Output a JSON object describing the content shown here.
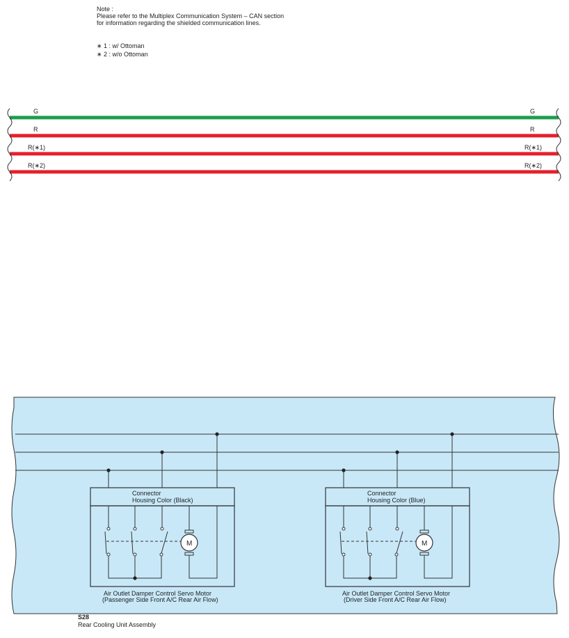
{
  "note": {
    "heading": "Note :",
    "lines": [
      "Please refer to the Multiplex Communication System – CAN section",
      "for information regarding the shielded communication lines."
    ]
  },
  "legend": [
    {
      "mark": "∗ 1 : w/ Ottoman"
    },
    {
      "mark": "∗ 2 : w/o Ottoman"
    }
  ],
  "wires": [
    {
      "label": "G",
      "color": "#1e9e4a"
    },
    {
      "label": "R",
      "color": "#e5202b"
    },
    {
      "label": "R(∗1)",
      "color": "#e5202b"
    },
    {
      "label": "R(∗2)",
      "color": "#e5202b"
    }
  ],
  "assembly": {
    "code": "S28",
    "name": "Rear Cooling Unit Assembly",
    "fill": "#c8e8f8"
  },
  "components": [
    {
      "connector_line1": "Connector",
      "connector_line2": "Housing Color (Black)",
      "name_line1": "Air Outlet Damper Control Servo Motor",
      "name_line2": "(Passenger Side Front A/C Rear Air Flow)",
      "motor_symbol": "M"
    },
    {
      "connector_line1": "Connector",
      "connector_line2": "Housing Color (Blue)",
      "name_line1": "Air Outlet Damper Control Servo Motor",
      "name_line2": "(Driver Side Front A/C Rear Air Flow)",
      "motor_symbol": "M"
    }
  ]
}
